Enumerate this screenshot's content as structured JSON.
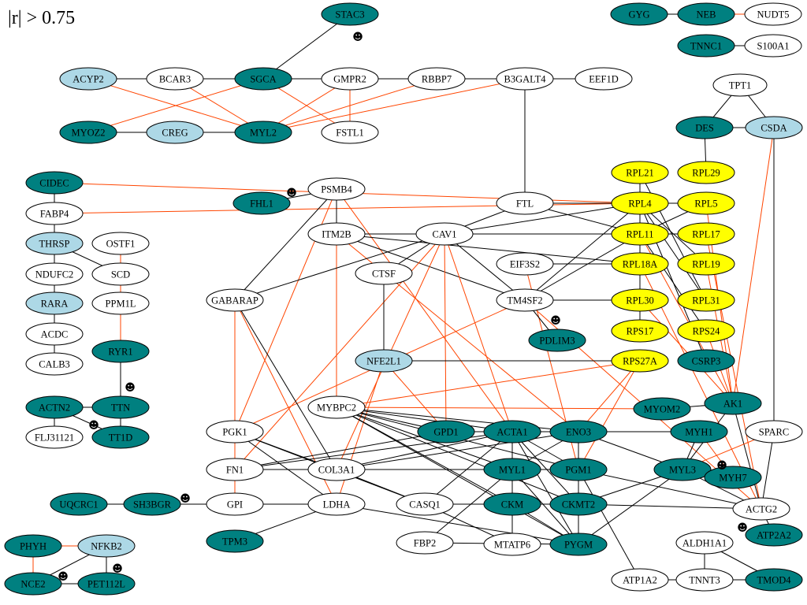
{
  "title": "|r| > 0.75",
  "colors": {
    "teal": "#008080",
    "light": "#add8e6",
    "yellow": "#ffff00",
    "white": "#ffffff",
    "edge_positive": "#000000",
    "edge_negative": "#ff4500"
  },
  "nodes": [
    {
      "id": "STAC3",
      "color": "teal"
    },
    {
      "id": "GYG",
      "color": "teal"
    },
    {
      "id": "NEB",
      "color": "teal"
    },
    {
      "id": "NUDT5",
      "color": "white"
    },
    {
      "id": "TNNC1",
      "color": "teal"
    },
    {
      "id": "S100A1",
      "color": "white"
    },
    {
      "id": "ACYP2",
      "color": "light"
    },
    {
      "id": "BCAR3",
      "color": "white"
    },
    {
      "id": "SGCA",
      "color": "teal"
    },
    {
      "id": "GMPR2",
      "color": "white"
    },
    {
      "id": "RBBP7",
      "color": "white"
    },
    {
      "id": "B3GALT4",
      "color": "white"
    },
    {
      "id": "EEF1D",
      "color": "white"
    },
    {
      "id": "TPT1",
      "color": "white"
    },
    {
      "id": "MYOZ2",
      "color": "teal"
    },
    {
      "id": "CREG",
      "color": "light"
    },
    {
      "id": "MYL2",
      "color": "teal"
    },
    {
      "id": "FSTL1",
      "color": "white"
    },
    {
      "id": "DES",
      "color": "teal"
    },
    {
      "id": "CSDA",
      "color": "light"
    },
    {
      "id": "CIDEC",
      "color": "teal"
    },
    {
      "id": "RPL21",
      "color": "yellow"
    },
    {
      "id": "RPL29",
      "color": "yellow"
    },
    {
      "id": "FHL1",
      "color": "teal"
    },
    {
      "id": "PSMB4",
      "color": "white"
    },
    {
      "id": "FABP4",
      "color": "white"
    },
    {
      "id": "FTL",
      "color": "white"
    },
    {
      "id": "RPL4",
      "color": "yellow"
    },
    {
      "id": "RPL5",
      "color": "yellow"
    },
    {
      "id": "ITM2B",
      "color": "white"
    },
    {
      "id": "CAV1",
      "color": "white"
    },
    {
      "id": "RPL11",
      "color": "yellow"
    },
    {
      "id": "RPL17",
      "color": "yellow"
    },
    {
      "id": "THRSP",
      "color": "light"
    },
    {
      "id": "OSTF1",
      "color": "white"
    },
    {
      "id": "EIF3S2",
      "color": "white"
    },
    {
      "id": "RPL18A",
      "color": "yellow"
    },
    {
      "id": "RPL19",
      "color": "yellow"
    },
    {
      "id": "NDUFC2",
      "color": "white"
    },
    {
      "id": "SCD",
      "color": "white"
    },
    {
      "id": "CTSF",
      "color": "white"
    },
    {
      "id": "TM4SF2",
      "color": "white"
    },
    {
      "id": "RPL30",
      "color": "yellow"
    },
    {
      "id": "RPL31",
      "color": "yellow"
    },
    {
      "id": "RARA",
      "color": "light"
    },
    {
      "id": "PPM1L",
      "color": "white"
    },
    {
      "id": "GABARAP",
      "color": "white"
    },
    {
      "id": "RPS17",
      "color": "yellow"
    },
    {
      "id": "RPS24",
      "color": "yellow"
    },
    {
      "id": "ACDC",
      "color": "white"
    },
    {
      "id": "PDLIM3",
      "color": "teal"
    },
    {
      "id": "RYR1",
      "color": "teal"
    },
    {
      "id": "NFE2L1",
      "color": "light"
    },
    {
      "id": "RPS27A",
      "color": "yellow"
    },
    {
      "id": "CSRP3",
      "color": "teal"
    },
    {
      "id": "CALB3",
      "color": "white"
    },
    {
      "id": "ACTN2",
      "color": "teal"
    },
    {
      "id": "TTN",
      "color": "teal"
    },
    {
      "id": "MYBPC2",
      "color": "white"
    },
    {
      "id": "MYOM2",
      "color": "teal"
    },
    {
      "id": "AK1",
      "color": "teal"
    },
    {
      "id": "FLJ31121",
      "color": "white"
    },
    {
      "id": "TT1D",
      "color": "teal"
    },
    {
      "id": "PGK1",
      "color": "white"
    },
    {
      "id": "GPD1",
      "color": "teal"
    },
    {
      "id": "ACTA1",
      "color": "teal"
    },
    {
      "id": "ENO3",
      "color": "teal"
    },
    {
      "id": "MYH1",
      "color": "teal"
    },
    {
      "id": "SPARC",
      "color": "white"
    },
    {
      "id": "FN1",
      "color": "white"
    },
    {
      "id": "COL3A1",
      "color": "white"
    },
    {
      "id": "MYL1",
      "color": "teal"
    },
    {
      "id": "PGM1",
      "color": "teal"
    },
    {
      "id": "MYL3",
      "color": "teal"
    },
    {
      "id": "MYH7",
      "color": "teal"
    },
    {
      "id": "UQCRC1",
      "color": "teal"
    },
    {
      "id": "SH3BGR",
      "color": "teal"
    },
    {
      "id": "GPI",
      "color": "white"
    },
    {
      "id": "LDHA",
      "color": "white"
    },
    {
      "id": "CASQ1",
      "color": "white"
    },
    {
      "id": "CKM",
      "color": "teal"
    },
    {
      "id": "CKMT2",
      "color": "teal"
    },
    {
      "id": "ACTG2",
      "color": "white"
    },
    {
      "id": "TPM3",
      "color": "teal"
    },
    {
      "id": "ATP2A2",
      "color": "teal"
    },
    {
      "id": "PHYH",
      "color": "teal"
    },
    {
      "id": "NFKB2",
      "color": "light"
    },
    {
      "id": "FBP2",
      "color": "white"
    },
    {
      "id": "MTATP6",
      "color": "white"
    },
    {
      "id": "PYGM",
      "color": "teal"
    },
    {
      "id": "ALDH1A1",
      "color": "white"
    },
    {
      "id": "NCE2",
      "color": "teal"
    },
    {
      "id": "PET112L",
      "color": "teal"
    },
    {
      "id": "ATP1A2",
      "color": "white"
    },
    {
      "id": "TNNT3",
      "color": "white"
    },
    {
      "id": "TMOD4",
      "color": "teal"
    }
  ],
  "smiley_glyph": "☻",
  "smileys": [
    "STAC3",
    "FHL1",
    "TTN",
    "TT1D",
    "PDLIM3",
    "SH3BGR",
    "UQCRC1",
    "MYH7",
    "ATP2A2",
    "NCE2",
    "PET112L"
  ],
  "edges": [
    [
      "GYG",
      "NEB",
      "p"
    ],
    [
      "NEB",
      "NUDT5",
      "n"
    ],
    [
      "TNNC1",
      "S100A1",
      "p"
    ],
    [
      "STAC3",
      "SGCA",
      "p"
    ],
    [
      "ACYP2",
      "BCAR3",
      "p"
    ],
    [
      "BCAR3",
      "SGCA",
      "p"
    ],
    [
      "SGCA",
      "GMPR2",
      "p"
    ],
    [
      "GMPR2",
      "RBBP7",
      "p"
    ],
    [
      "BCAR3",
      "RBBP7",
      "p"
    ],
    [
      "BCAR3",
      "EEF1D",
      "p"
    ],
    [
      "SGCA",
      "RBBP7",
      "p"
    ],
    [
      "SGCA",
      "EEF1D",
      "p"
    ],
    [
      "BCAR3",
      "GMPR2",
      "p"
    ],
    [
      "SGCA",
      "B3GALT4",
      "p"
    ],
    [
      "ACYP2",
      "MYL2",
      "n"
    ],
    [
      "BCAR3",
      "MYL2",
      "n"
    ],
    [
      "SGCA",
      "MYOZ2",
      "n"
    ],
    [
      "SGCA",
      "FSTL1",
      "n"
    ],
    [
      "GMPR2",
      "MYL2",
      "n"
    ],
    [
      "GMPR2",
      "FSTL1",
      "n"
    ],
    [
      "RBBP7",
      "MYL2",
      "n"
    ],
    [
      "B3GALT4",
      "MYL2",
      "n"
    ],
    [
      "MYOZ2",
      "CREG",
      "p"
    ],
    [
      "CREG",
      "MYL2",
      "p"
    ],
    [
      "MYOZ2",
      "MYL2",
      "p"
    ],
    [
      "B3GALT4",
      "FTL",
      "p"
    ],
    [
      "TPT1",
      "DES",
      "p"
    ],
    [
      "TPT1",
      "CSDA",
      "p"
    ],
    [
      "DES",
      "CSDA",
      "p"
    ],
    [
      "DES",
      "RPL29",
      "p"
    ],
    [
      "CSDA",
      "AK1",
      "n"
    ],
    [
      "CIDEC",
      "RPL4",
      "n"
    ],
    [
      "FABP4",
      "RPL4",
      "n"
    ],
    [
      "CIDEC",
      "CALB3",
      "p"
    ],
    [
      "CIDEC",
      "NDUFC2",
      "p"
    ],
    [
      "FABP4",
      "CALB3",
      "p"
    ],
    [
      "FABP4",
      "RARA",
      "p"
    ],
    [
      "THRSP",
      "CALB3",
      "p"
    ],
    [
      "THRSP",
      "ACDC",
      "p"
    ],
    [
      "CIDEC",
      "RARA",
      "p"
    ],
    [
      "FABP4",
      "THRSP",
      "p"
    ],
    [
      "THRSP",
      "SCD",
      "p"
    ],
    [
      "OSTF1",
      "SCD",
      "p"
    ],
    [
      "SCD",
      "PPM1L",
      "p"
    ],
    [
      "OSTF1",
      "RYR1",
      "n"
    ],
    [
      "SCD",
      "RYR1",
      "n"
    ],
    [
      "RYR1",
      "TTN",
      "p"
    ],
    [
      "ACTN2",
      "TTN",
      "p"
    ],
    [
      "TTN",
      "TT1D",
      "p"
    ],
    [
      "ACTN2",
      "FLJ31121",
      "p"
    ],
    [
      "ACTN2",
      "TT1D",
      "p"
    ],
    [
      "FHL1",
      "PSMB4",
      "p"
    ],
    [
      "PSMB4",
      "ITM2B",
      "p"
    ],
    [
      "PSMB4",
      "GABARAP",
      "p"
    ],
    [
      "PSMB4",
      "ACTA1",
      "n"
    ],
    [
      "PSMB4",
      "PGK1",
      "n"
    ],
    [
      "ITM2B",
      "CAV1",
      "p"
    ],
    [
      "ITM2B",
      "TM4SF2",
      "p"
    ],
    [
      "ITM2B",
      "RPL18A",
      "p"
    ],
    [
      "ITM2B",
      "MYBPC2",
      "n"
    ],
    [
      "ITM2B",
      "ENO3",
      "n"
    ],
    [
      "FTL",
      "RPL4",
      "p"
    ],
    [
      "FTL",
      "RPL11",
      "p"
    ],
    [
      "FTL",
      "CAV1",
      "p"
    ],
    [
      "FTL",
      "RPL5",
      "p"
    ],
    [
      "CAV1",
      "RPL11",
      "p"
    ],
    [
      "CAV1",
      "TM4SF2",
      "p"
    ],
    [
      "CAV1",
      "RPL4",
      "p"
    ],
    [
      "CAV1",
      "CTSF",
      "p"
    ],
    [
      "CAV1",
      "GPD1",
      "n"
    ],
    [
      "CAV1",
      "COL3A1",
      "n"
    ],
    [
      "CAV1",
      "FN1",
      "n"
    ],
    [
      "CAV1",
      "ACTA1",
      "n"
    ],
    [
      "CAV1",
      "GABARAP",
      "p"
    ],
    [
      "EIF3S2",
      "RPL18A",
      "p"
    ],
    [
      "EIF3S2",
      "PGM1",
      "n"
    ],
    [
      "TM4SF2",
      "RPL30",
      "p"
    ],
    [
      "TM4SF2",
      "PDLIM3",
      "p"
    ],
    [
      "TM4SF2",
      "RPL11",
      "p"
    ],
    [
      "TM4SF2",
      "RPL4",
      "p"
    ],
    [
      "TM4SF2",
      "ACTG2",
      "n"
    ],
    [
      "TM4SF2",
      "PGK1",
      "n"
    ],
    [
      "CTSF",
      "NFE2L1",
      "p"
    ],
    [
      "NFE2L1",
      "RPS27A",
      "p"
    ],
    [
      "NFE2L1",
      "LDHA",
      "n"
    ],
    [
      "NFE2L1",
      "GPD1",
      "n"
    ],
    [
      "RPL4",
      "RPL5",
      "p"
    ],
    [
      "RPL4",
      "RPL11",
      "p"
    ],
    [
      "RPL11",
      "RPL17",
      "p"
    ],
    [
      "RPL4",
      "RPL19",
      "p"
    ],
    [
      "RPL5",
      "RPL11",
      "p"
    ],
    [
      "RPL4",
      "RPL31",
      "p"
    ],
    [
      "RPL11",
      "RPS24",
      "p"
    ],
    [
      "RPL21",
      "RPS17",
      "p"
    ],
    [
      "RPL21",
      "RPL31",
      "p"
    ],
    [
      "RPL4",
      "CSRP3",
      "p"
    ],
    [
      "RPL11",
      "AK1",
      "n"
    ],
    [
      "RPL5",
      "AK1",
      "n"
    ],
    [
      "RPL17",
      "ACTG2",
      "n"
    ],
    [
      "RPL18A",
      "ACTG2",
      "n"
    ],
    [
      "RPS24",
      "AK1",
      "n"
    ],
    [
      "RPL19",
      "AK1",
      "n"
    ],
    [
      "RPL30",
      "AK1",
      "n"
    ],
    [
      "RPS27A",
      "PGM1",
      "n"
    ],
    [
      "RPS27A",
      "MYBPC2",
      "n"
    ],
    [
      "RPS27A",
      "ENO3",
      "n"
    ],
    [
      "GABARAP",
      "PGK1",
      "n"
    ],
    [
      "GABARAP",
      "LDHA",
      "n"
    ],
    [
      "GABARAP",
      "COL3A1",
      "p"
    ],
    [
      "MYBPC2",
      "GPD1",
      "p"
    ],
    [
      "MYBPC2",
      "ACTA1",
      "p"
    ],
    [
      "MYBPC2",
      "ENO3",
      "p"
    ],
    [
      "MYBPC2",
      "MYOM2",
      "n"
    ],
    [
      "MYBPC2",
      "PGM1",
      "p"
    ],
    [
      "MYBPC2",
      "PYGM",
      "p"
    ],
    [
      "MYBPC2",
      "CKMT2",
      "p"
    ],
    [
      "MYBPC2",
      "CKM",
      "p"
    ],
    [
      "MYBPC2",
      "MYL1",
      "p"
    ],
    [
      "MYOM2",
      "AK1",
      "p"
    ],
    [
      "AK1",
      "ACTG2",
      "p"
    ],
    [
      "AK1",
      "MYL3",
      "p"
    ],
    [
      "SPARC",
      "MYL3",
      "n"
    ],
    [
      "SPARC",
      "CSDA",
      "p"
    ],
    [
      "PGK1",
      "FN1",
      "p"
    ],
    [
      "PGK1",
      "LDHA",
      "p"
    ],
    [
      "PGK1",
      "CASQ1",
      "p"
    ],
    [
      "PGK1",
      "COL3A1",
      "p"
    ],
    [
      "FN1",
      "COL3A1",
      "p"
    ],
    [
      "FN1",
      "ACTA1",
      "p"
    ],
    [
      "FN1",
      "GPD1",
      "p"
    ],
    [
      "FN1",
      "MYL1",
      "p"
    ],
    [
      "COL3A1",
      "ACTA1",
      "p"
    ],
    [
      "COL3A1",
      "ENO3",
      "p"
    ],
    [
      "COL3A1",
      "PGM1",
      "p"
    ],
    [
      "COL3A1",
      "CASQ1",
      "p"
    ],
    [
      "GPD1",
      "ACTA1",
      "p"
    ],
    [
      "ACTA1",
      "ENO3",
      "p"
    ],
    [
      "ACTA1",
      "MYL1",
      "p"
    ],
    [
      "ACTA1",
      "PGM1",
      "p"
    ],
    [
      "ACTA1",
      "CKM",
      "p"
    ],
    [
      "ACTA1",
      "CKMT2",
      "p"
    ],
    [
      "ACTA1",
      "PYGM",
      "p"
    ],
    [
      "ACTA1",
      "CASQ1",
      "p"
    ],
    [
      "ENO3",
      "MYH1",
      "p"
    ],
    [
      "ENO3",
      "PGM1",
      "p"
    ],
    [
      "ENO3",
      "MYL1",
      "p"
    ],
    [
      "ENO3",
      "MYL3",
      "p"
    ],
    [
      "ENO3",
      "CKMT2",
      "p"
    ],
    [
      "MYH1",
      "MYH7",
      "n"
    ],
    [
      "MYH1",
      "MYL3",
      "p"
    ],
    [
      "MYL3",
      "MYH7",
      "p"
    ],
    [
      "MYL3",
      "ACTG2",
      "p"
    ],
    [
      "MYL3",
      "PYGM",
      "p"
    ],
    [
      "MYL3",
      "CKMT2",
      "p"
    ],
    [
      "MYL1",
      "PGM1",
      "p"
    ],
    [
      "MYL1",
      "CKM",
      "p"
    ],
    [
      "MYL1",
      "PYGM",
      "p"
    ],
    [
      "MYL1",
      "MTATP6",
      "p"
    ],
    [
      "MYL1",
      "FBP2",
      "p"
    ],
    [
      "PGM1",
      "CKMT2",
      "p"
    ],
    [
      "PGM1",
      "PYGM",
      "p"
    ],
    [
      "PGM1",
      "ATP1A2",
      "p"
    ],
    [
      "PGM1",
      "ACTG2",
      "p"
    ],
    [
      "CKM",
      "CKMT2",
      "p"
    ],
    [
      "CKM",
      "PYGM",
      "p"
    ],
    [
      "CKMT2",
      "ACTG2",
      "p"
    ],
    [
      "CKMT2",
      "PYGM",
      "p"
    ],
    [
      "CASQ1",
      "MTATP6",
      "p"
    ],
    [
      "CASQ1",
      "CKM",
      "p"
    ],
    [
      "FBP2",
      "PYGM",
      "p"
    ],
    [
      "UQCRC1",
      "SH3BGR",
      "p"
    ],
    [
      "SH3BGR",
      "GPI",
      "p"
    ],
    [
      "GPI",
      "LDHA",
      "p"
    ],
    [
      "GPI",
      "PGK1",
      "n"
    ],
    [
      "LDHA",
      "TPM3",
      "p"
    ],
    [
      "LDHA",
      "PYGM",
      "p"
    ],
    [
      "ACTG2",
      "ATP2A2",
      "p"
    ],
    [
      "ACTG2",
      "SPARC",
      "p"
    ],
    [
      "PHYH",
      "NFKB2",
      "n"
    ],
    [
      "PHYH",
      "NCE2",
      "n"
    ],
    [
      "NFKB2",
      "NCE2",
      "p"
    ],
    [
      "NFKB2",
      "PET112L",
      "p"
    ],
    [
      "NCE2",
      "PET112L",
      "p"
    ],
    [
      "ALDH1A1",
      "TNNT3",
      "p"
    ],
    [
      "ALDH1A1",
      "TMOD4",
      "p"
    ],
    [
      "TNNT3",
      "TMOD4",
      "p"
    ],
    [
      "ATP1A2",
      "TNNT3",
      "p"
    ]
  ]
}
